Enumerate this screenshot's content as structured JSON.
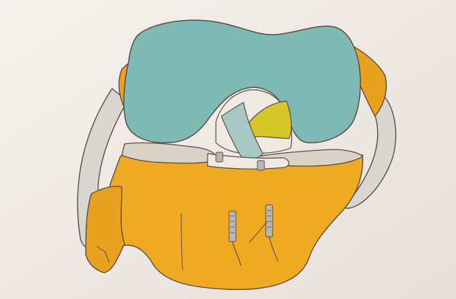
{
  "illustration": {
    "colors": {
      "paper": "#efe9e3",
      "paper_shadow": "#e3dcd5",
      "femur": "#7fb9b3",
      "tibia": "#eeaa22",
      "side_tissue": "#e9a21f",
      "meniscus": "#d9d2c7",
      "ligament_green": "#d5c728",
      "ligament_blue": "#a8c8c3",
      "graft_gray": "#cfd6d1",
      "ink": "#5b4a44"
    },
    "icons": [
      "femur-illustration",
      "tibia-illustration",
      "meniscus-illustration",
      "ligament-illustration",
      "screw-icon"
    ]
  }
}
